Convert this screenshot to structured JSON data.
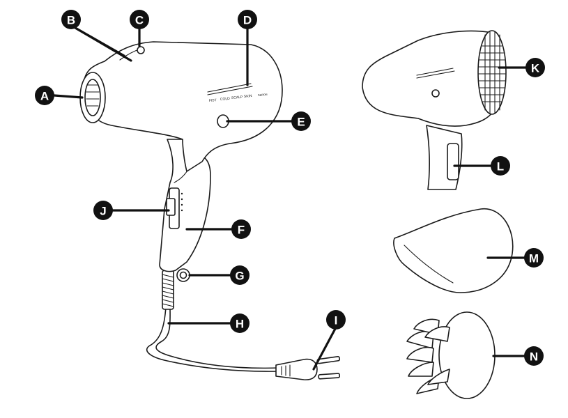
{
  "labels": {
    "A": "A",
    "B": "B",
    "C": "C",
    "D": "D",
    "E": "E",
    "F": "F",
    "G": "G",
    "H": "H",
    "I": "I",
    "J": "J",
    "K": "K",
    "L": "L",
    "M": "M",
    "N": "N"
  },
  "dryer_mode_text": {
    "mode1": "FIST",
    "mode2": "COLD",
    "mode3": "SCALP",
    "mode4": "SKIN",
    "nanoe": "nanoe"
  },
  "colors": {
    "ink": "#1a1a1a",
    "badge": "#111111",
    "badge_text": "#ffffff",
    "background": "#ffffff"
  }
}
